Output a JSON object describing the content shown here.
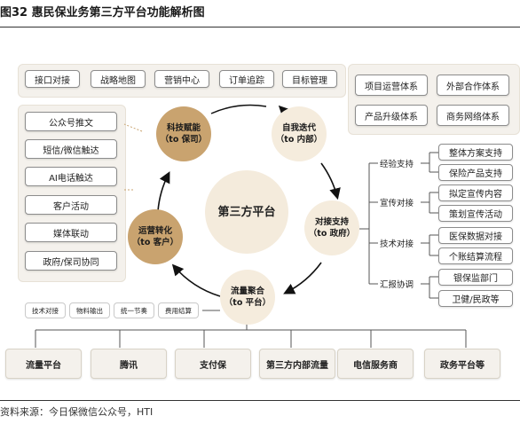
{
  "figure_title": "图32 惠民保业务第三方平台功能解析图",
  "source": "资料来源：今日保微信公众号，HTI",
  "top_row": [
    "接口对接",
    "战略地图",
    "营销中心",
    "订单追踪",
    "目标管理"
  ],
  "right_top": [
    "项目运营体系",
    "外部合作体系",
    "产品升级体系",
    "商务网络体系"
  ],
  "left_column": [
    "公众号推文",
    "短信/微信触达",
    "AI电话触达",
    "客户活动",
    "媒体联动",
    "政府/保司协同"
  ],
  "cycle": {
    "center": "第三方平台",
    "nodes": [
      {
        "title": "科技赋能",
        "subtitle": "（to 保司）"
      },
      {
        "title": "自我迭代",
        "subtitle": "（to 内部）"
      },
      {
        "title": "对接支持",
        "subtitle": "（to 政府）"
      },
      {
        "title": "流量聚合",
        "subtitle": "（to 平台）"
      },
      {
        "title": "运营转化",
        "subtitle": "（to 客户）"
      }
    ]
  },
  "right_tree": {
    "groups": [
      {
        "label": "经验支持",
        "items": [
          "整体方案支持",
          "保险产品支持"
        ]
      },
      {
        "label": "宣传对接",
        "items": [
          "拟定宣传内容",
          "策划宣传活动"
        ]
      },
      {
        "label": "技术对接",
        "items": [
          "医保数据对接",
          "个账结算流程"
        ]
      },
      {
        "label": "汇报协调",
        "items": [
          "银保监部门",
          "卫健/民政等"
        ]
      }
    ]
  },
  "small_row": [
    "技术对接",
    "物料输出",
    "统一节奏",
    "费用结算"
  ],
  "bottom_row": [
    "流量平台",
    "腾讯",
    "支付保",
    "第三方内部流量",
    "电信服务商",
    "政务平台等"
  ],
  "colors": {
    "accent_dark": "#c9a36f",
    "accent_light": "#f5ecdd",
    "panel": "#f4f1ec"
  }
}
